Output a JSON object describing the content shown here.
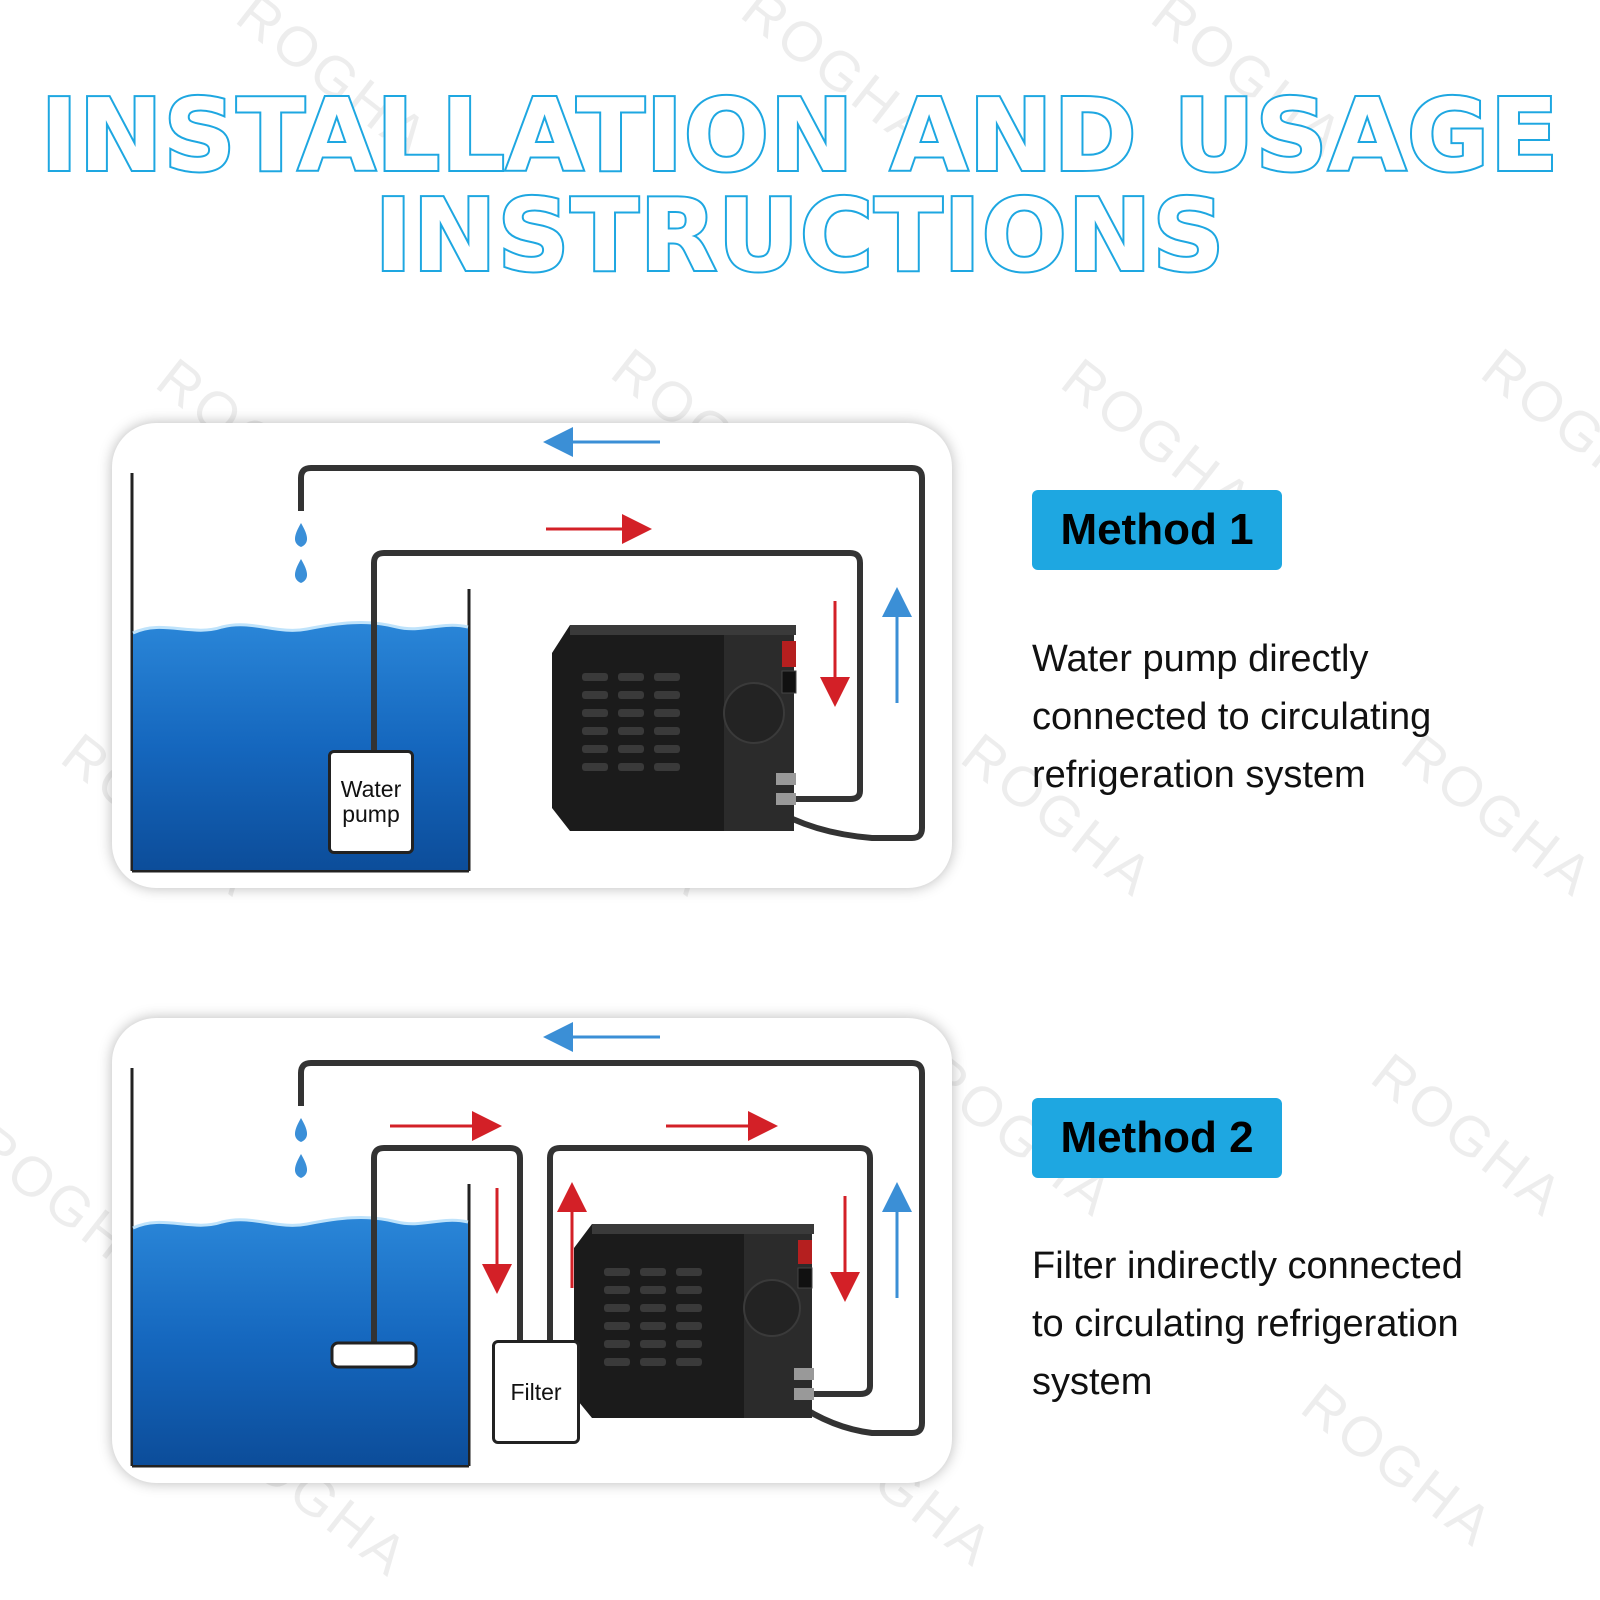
{
  "headline": {
    "line1": "INSTALLATION AND USAGE",
    "line2": "INSTRUCTIONS"
  },
  "watermark": "ROGHA",
  "methods": [
    {
      "badge": "Method 1",
      "description": "Water pump directly\nconnected to circulating\nrefrigeration system",
      "labels": {
        "pump": "Water\npump"
      }
    },
    {
      "badge": "Method 2",
      "description": "Filter indirectly connected\nto circulating refrigeration\nsystem",
      "labels": {
        "filter": "Filter"
      }
    }
  ],
  "colors": {
    "accent": "#1ea7e1",
    "hot_arrow": "#d32027",
    "cold_arrow": "#3b8fd6",
    "water": "#1462b5"
  }
}
